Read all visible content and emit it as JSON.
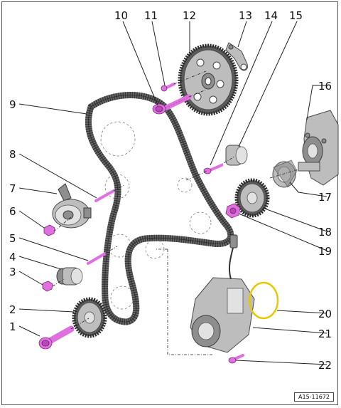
{
  "figure_id": "A15-11672",
  "callouts": [
    {
      "id": "callout-1",
      "text": "1"
    },
    {
      "id": "callout-2",
      "text": "2"
    },
    {
      "id": "callout-3",
      "text": "3"
    },
    {
      "id": "callout-4",
      "text": "4"
    },
    {
      "id": "callout-5",
      "text": "5"
    },
    {
      "id": "callout-6",
      "text": "6"
    },
    {
      "id": "callout-7",
      "text": "7"
    },
    {
      "id": "callout-8",
      "text": "8"
    },
    {
      "id": "callout-9",
      "text": "9"
    },
    {
      "id": "callout-10",
      "text": "10"
    },
    {
      "id": "callout-11",
      "text": "11"
    },
    {
      "id": "callout-12",
      "text": "12"
    },
    {
      "id": "callout-13",
      "text": "13"
    },
    {
      "id": "callout-14",
      "text": "14"
    },
    {
      "id": "callout-15",
      "text": "15"
    },
    {
      "id": "callout-16",
      "text": "16"
    },
    {
      "id": "callout-17",
      "text": "17"
    },
    {
      "id": "callout-18",
      "text": "18"
    },
    {
      "id": "callout-19",
      "text": "19"
    },
    {
      "id": "callout-20",
      "text": "20"
    },
    {
      "id": "callout-21",
      "text": "21"
    },
    {
      "id": "callout-22",
      "text": "22"
    }
  ],
  "colors": {
    "fastener": "#e070e0",
    "metal": "#bdbdbd",
    "belt": "#6b6b6b"
  }
}
